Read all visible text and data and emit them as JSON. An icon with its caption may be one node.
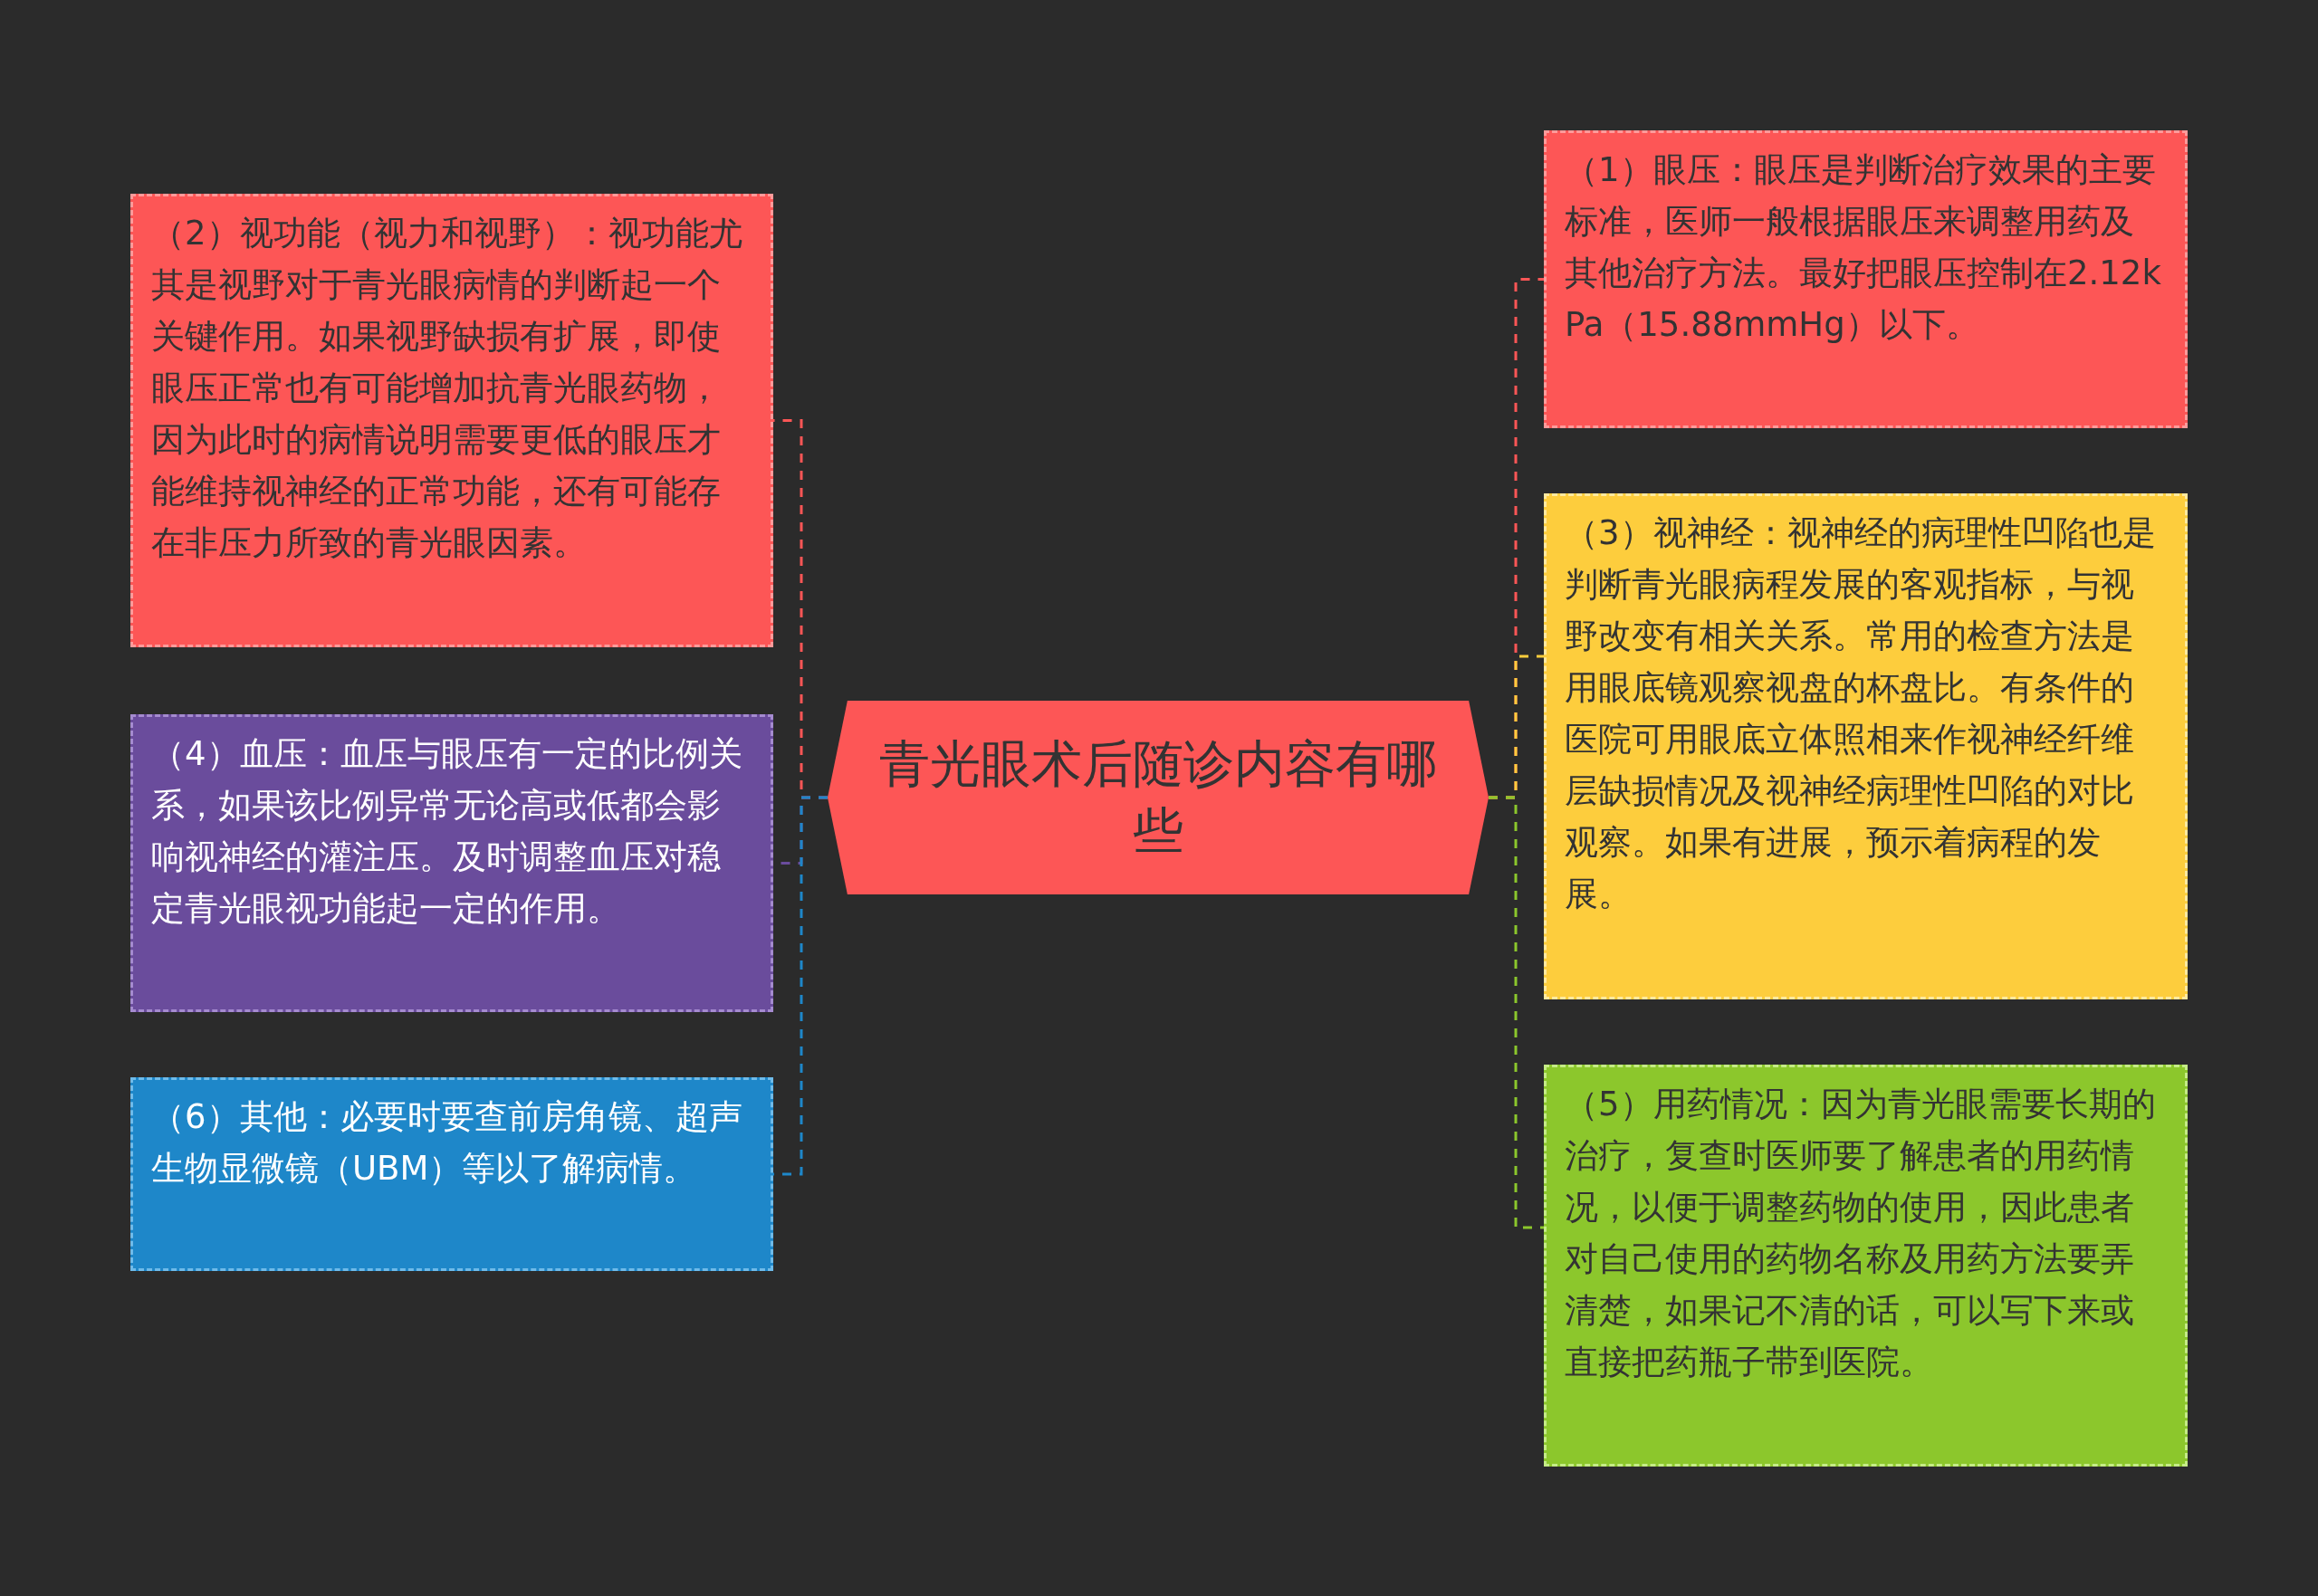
{
  "diagram": {
    "nodes": [
      {
        "text": [
          "青光眼术后随诊内容有哪些"
        ]
      },
      {
        "text": [
          "（2）视功能（视力和视野）：视功能尤其是视野对于青光眼病情的判断起一个关键作用。如果视野缺损有扩展，即使眼压正常也有可能增加抗青光眼药物，因为此时的病情说明需要更低的眼压才能维持视神经的正常功能，还有可能存在非压力所致的青光眼因素。"
        ]
      },
      {
        "text": [
          "（4）血压：血压与眼压有一定的比例关系，如果该比例异常无论高或低都会影响视神经的灌注压。及时调整血压对稳定青光眼视功能起一定的作用。"
        ]
      },
      {
        "text": [
          "（6）其他：必要时要查前房角镜、超声生物显微镜（UBM）等以了解病情。"
        ]
      },
      {
        "text": [
          "（1）眼压：眼压是判断治疗效果的主要标准，医师一般根据眼压来调整用药及其他治疗方法。最好把眼压控制在2.12kPa（15.88mmHg）以下。"
        ]
      },
      {
        "text": [
          "（3）视神经：视神经的病理性凹陷也是判断青光眼病程发展的客观指标，与视野改变有相关关系。常用的检查方法是用眼底镜观察视盘的杯盘比。有条件的医院可用眼底立体照相来作视神经纤维层缺损情况及视神经病理性凹陷的对比观察。如果有进展，预示着病程的发展。"
        ]
      },
      {
        "text": [
          "（5）用药情况：因为青光眼需要长期的治疗，复查时医师要了解患者的用药情况，以便于调整药物的使用，因此患者对自己使用的药物名称及用药方法要弄清楚，如果记不清的话，可以写下来或直接把药瓶子带到医院。"
        ]
      }
    ],
    "edges": [
      {
        "from": 0,
        "to": 1,
        "arrow": "none",
        "style": "dashed",
        "color": "#fd5656"
      },
      {
        "from": 0,
        "to": 2,
        "arrow": "none",
        "style": "dashed",
        "color": "#6a4c9c"
      },
      {
        "from": 0,
        "to": 3,
        "arrow": "none",
        "style": "dashed",
        "color": "#1e87c9"
      },
      {
        "from": 0,
        "to": 4,
        "arrow": "none",
        "style": "dashed",
        "color": "#fd5656"
      },
      {
        "from": 0,
        "to": 5,
        "arrow": "none",
        "style": "dashed",
        "color": "#fdcd3d"
      },
      {
        "from": 0,
        "to": 6,
        "arrow": "none",
        "style": "dashed",
        "color": "#8cc72c"
      }
    ]
  }
}
